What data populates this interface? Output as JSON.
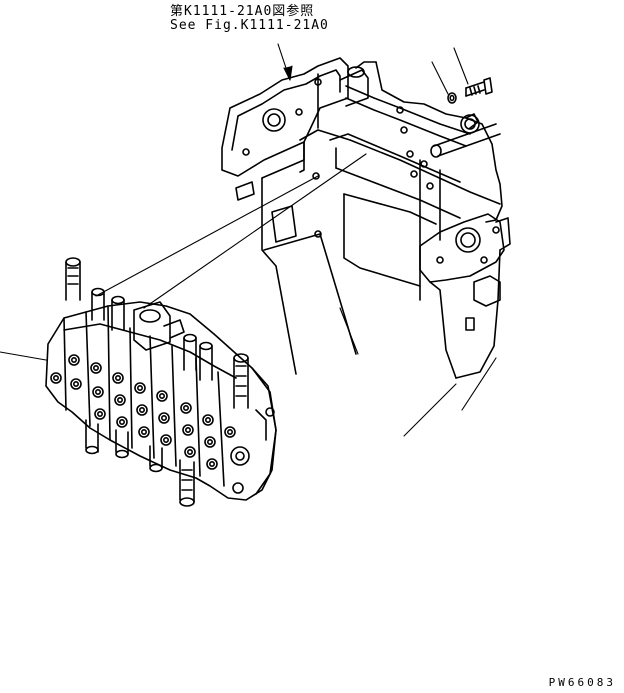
{
  "reference": {
    "japanese": "第K1111-21A0図参照",
    "english": "See Fig.K1111-21A0"
  },
  "drawing_code": "PW66083",
  "style": {
    "line_color": "#000000",
    "background": "#ffffff"
  }
}
